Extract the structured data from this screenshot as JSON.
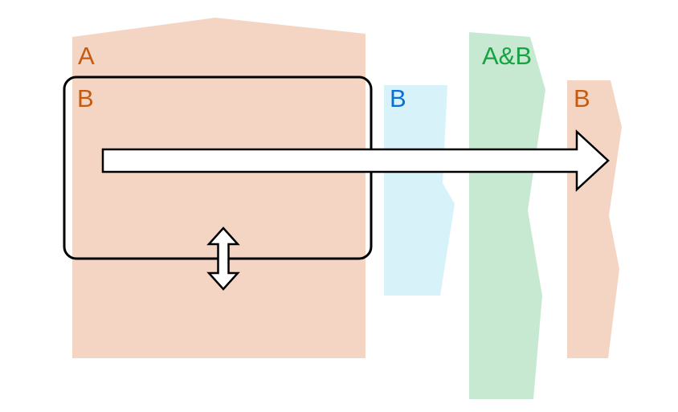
{
  "diagram": {
    "labels": {
      "a": "A",
      "b_main": "B",
      "b_cyan": "B",
      "ab": "A&B",
      "b_right": "B"
    },
    "colors": {
      "peach": "#F4D5C3",
      "cyan": "#D8F2F9",
      "green": "#C7E9D1",
      "arrow_fill": "#FFFFFF",
      "outline": "#000000",
      "orange_text": "#C55A11",
      "blue_text": "#0B6FD4",
      "green_text": "#17A342"
    }
  }
}
